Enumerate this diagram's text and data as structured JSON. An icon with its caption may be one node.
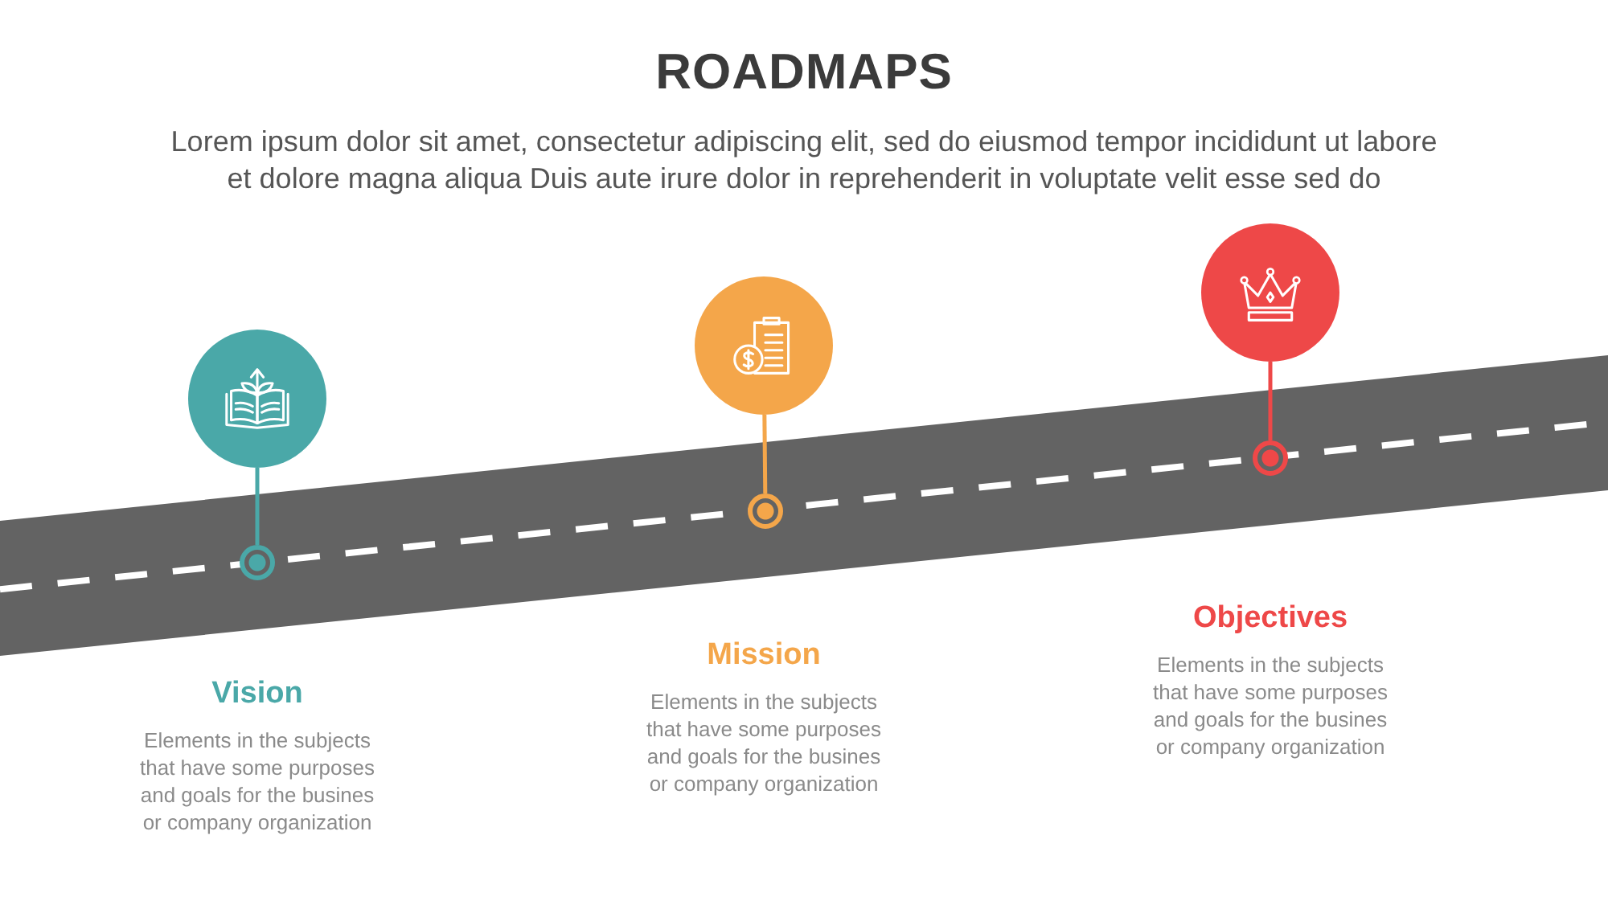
{
  "diagram": {
    "title": "ROADMAPS",
    "nodes": [
      {
        "text": [],
        "shape": "circle"
      },
      {
        "text": [],
        "shape": "circle",
        "beside": [
          "Vision",
          "Elements in the subjects that have some purposes and goals for the busines or company organization"
        ]
      },
      {
        "text": [],
        "shape": "circle"
      },
      {
        "text": [],
        "shape": "circle",
        "beside": [
          "Mission",
          "Elements in the subjects that have some purposes and goals for the busines or company organization"
        ]
      },
      {
        "text": [],
        "shape": "circle"
      },
      {
        "text": [],
        "shape": "circle",
        "beside": [
          "Objectives",
          "Elements in the subjects that have some purposes and goals for the busines or company organization"
        ]
      }
    ],
    "edges": [
      {
        "from": 0,
        "to": 1,
        "arrow": "none",
        "color": "#4aa8a8"
      },
      {
        "from": 2,
        "to": 3,
        "arrow": "none",
        "color": "#f4a64a"
      },
      {
        "from": 4,
        "to": 5,
        "arrow": "none",
        "color": "#ee4848"
      }
    ],
    "labels": [
      "Lorem ipsum dolor sit amet, consectetur adipiscing elit, sed do eiusmod tempor incididunt ut labore et dolore magna aliqua Duis aute irure dolor in reprehenderit in voluptate velit esse sed do"
    ]
  }
}
